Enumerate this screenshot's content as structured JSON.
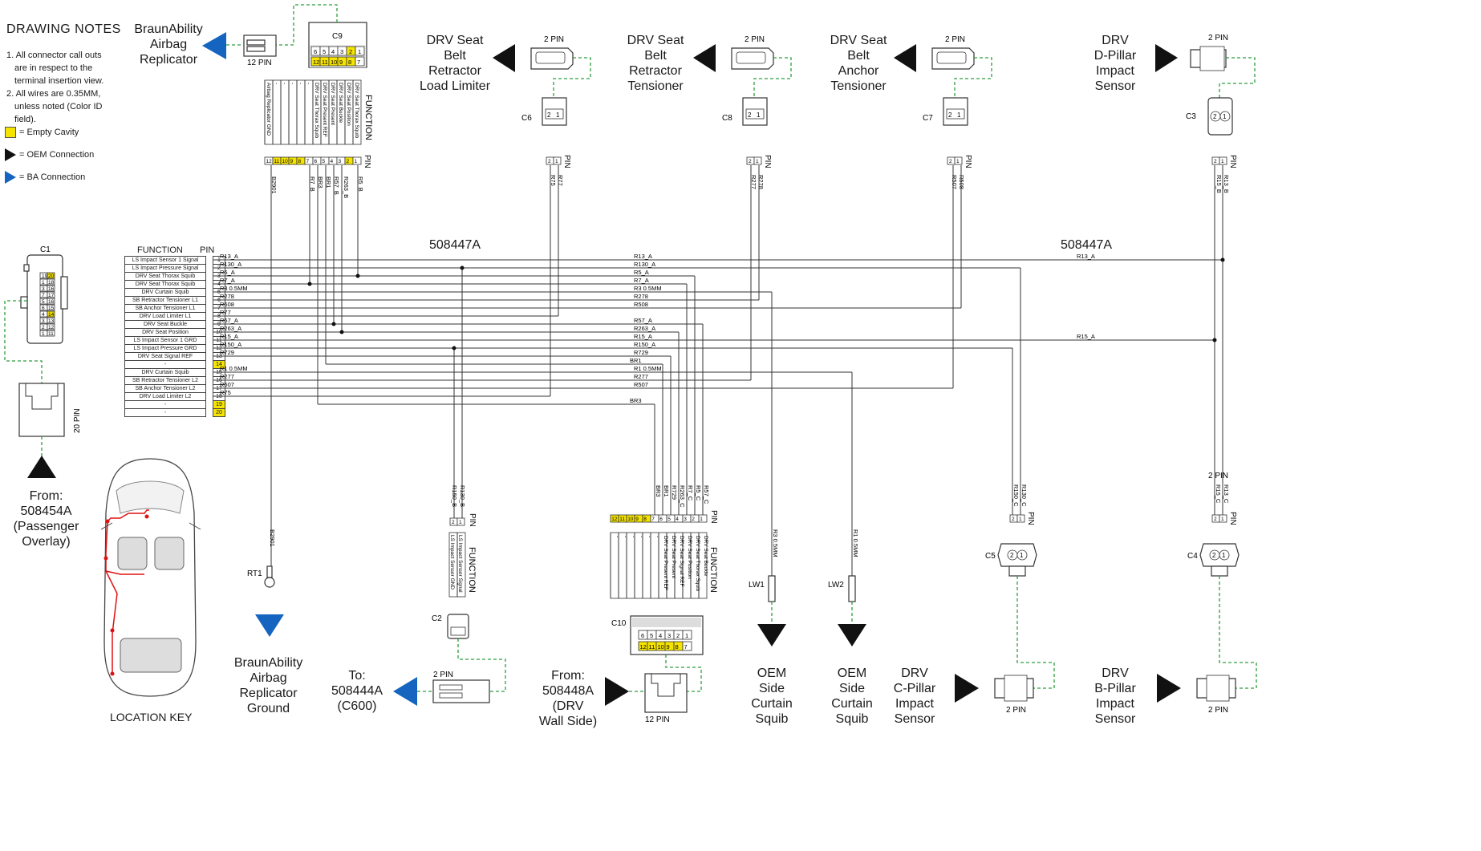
{
  "notes": {
    "title": "DRAWING NOTES",
    "items": [
      "1. All connector call outs",
      "are in respect to the",
      "terminal insertion view.",
      "2. All wires are 0.35MM,",
      "unless noted (Color ID",
      "field)."
    ],
    "legend": {
      "empty": "= Empty Cavity",
      "oem": "= OEM Connection",
      "ba": "= BA Connection"
    }
  },
  "colors": {
    "empty": "#f5e300",
    "ba": "#1565c0",
    "oem": "#111111",
    "wire": "#333333",
    "dashed": "#2e9e3e",
    "route": "#e01010"
  },
  "labels": {
    "braun_replicator": "BraunAbility\nAirbag\nReplicator",
    "braun_ground": "BraunAbility\nAirbag\nReplicator\nGround",
    "retractor_load": "DRV Seat\nBelt\nRetractor\nLoad Limiter",
    "retractor_tens": "DRV Seat\nBelt\nRetractor\nTensioner",
    "anchor_tens": "DRV Seat\nBelt\nAnchor\nTensioner",
    "dpillar": "DRV\nD-Pillar\nImpact\nSensor",
    "from_pass": "From:\n508454A\n(Passenger\nOverlay)",
    "to_600": "To:\n508444A\n(C600)",
    "from_drv": "From:\n508448A\n(DRV\nWall Side)",
    "oem_curtain1": "OEM\nSide\nCurtain\nSquib",
    "oem_curtain2": "OEM\nSide\nCurtain\nSquib",
    "cpillar": "DRV\nC-Pillar\nImpact\nSensor",
    "bpillar": "DRV\nB-Pillar\nImpact\nSensor",
    "location_key": "LOCATION KEY",
    "harness1": "508447A",
    "harness2": "508447A"
  },
  "connectors": {
    "c1": "C1",
    "c2": "C2",
    "c3": "C3",
    "c4": "C4",
    "c5": "C5",
    "c6": "C6",
    "c7": "C7",
    "c8": "C8",
    "c9": "C9",
    "c10": "C10",
    "rt1": "RT1",
    "lw1": "LW1",
    "lw2": "LW2",
    "pin2": "2 PIN",
    "pin12": "12 PIN",
    "pin20": "20 PIN",
    "function": "FUNCTION",
    "pin": "PIN"
  },
  "c1_table": [
    {
      "fn": "LS Impact Sensor 1 Signal",
      "pin": "1",
      "wire": "R13_A"
    },
    {
      "fn": "LS Impact Pressure Signal",
      "pin": "2",
      "wire": "R130_A"
    },
    {
      "fn": "DRV Seat Thorax Squib",
      "pin": "3",
      "wire": "R5_A"
    },
    {
      "fn": "DRV Seat Thorax Squib",
      "pin": "4",
      "wire": "R7_A"
    },
    {
      "fn": "DRV Curtain Squib",
      "pin": "5",
      "wire": "R3 0.5MM"
    },
    {
      "fn": "SB Retractor Tensioner L1",
      "pin": "6",
      "wire": "R278"
    },
    {
      "fn": "SB Anchor Tensioner L1",
      "pin": "7",
      "wire": "R508"
    },
    {
      "fn": "DRV Load Limiter L1",
      "pin": "8",
      "wire": "R77"
    },
    {
      "fn": "DRV Seat Buckle",
      "pin": "9",
      "wire": "R57_A"
    },
    {
      "fn": "DRV Seat Position",
      "pin": "10",
      "wire": "R263_A"
    },
    {
      "fn": "LS Impact Sensor 1 GRD",
      "pin": "11",
      "wire": "R15_A"
    },
    {
      "fn": "LS Impact Pressure GRD",
      "pin": "12",
      "wire": "R150_A"
    },
    {
      "fn": "DRV Seat Signal REF",
      "pin": "13",
      "wire": "R729"
    },
    {
      "fn": "-",
      "pin": "14",
      "wire": ""
    },
    {
      "fn": "DRV Curtain Squib",
      "pin": "15",
      "wire": "R1 0.5MM"
    },
    {
      "fn": "SB Retractor Tensioner L2",
      "pin": "16",
      "wire": "R277"
    },
    {
      "fn": "SB Anchor Tensioner L2",
      "pin": "17",
      "wire": "R507"
    },
    {
      "fn": "DRV Load Limiter L2",
      "pin": "18",
      "wire": "R75"
    },
    {
      "fn": "-",
      "pin": "19",
      "wire": ""
    },
    {
      "fn": "-",
      "pin": "20",
      "wire": ""
    }
  ],
  "mid_wires": [
    "R13_A",
    "R130_A",
    "R5_A",
    "R7_A",
    "R3 0.5MM",
    "R278",
    "R508",
    "R57_A",
    "R263_A",
    "R15_A",
    "R150_A",
    "R729",
    "BR1",
    "R1 0.5MM",
    "R277",
    "R507",
    "BR3"
  ],
  "right_wires": {
    "top": "R13_A",
    "mid": "R15_A"
  },
  "c9_functions": [
    "DRV Seat Thorax Squib",
    "DRV Seat Position",
    "DRV Seat Buckle",
    "DRV Seat Present",
    "DRV Seat Present REF",
    "DRV Seat Thorax Squib",
    "-",
    "-",
    "-",
    "-",
    "-",
    "Airbag Replicator GND"
  ],
  "c9_pins": [
    "12",
    "11",
    "10",
    "9",
    "8",
    "7",
    "6",
    "5",
    "4",
    "3",
    "2",
    "1"
  ],
  "c9_wires": [
    "B2901",
    "R7_B",
    "BR3",
    "BR1",
    "R57_B",
    "R263_B",
    "R5_B"
  ],
  "c10_functions": [
    "DRV Seat Buckle",
    "DRV Seat Thorax Squib",
    "DRV Seat Position",
    "DRV Seat Signal REF",
    "DRV Seat Present",
    "DRV Seat Present REF",
    "-",
    "-",
    "-",
    "-",
    "-",
    "-"
  ],
  "c10_wires": [
    "BR3",
    "BR1",
    "R729",
    "R263_C",
    "R7_C",
    "R5_C",
    "R57_C"
  ],
  "c2_functions": [
    "LS Impact Sensor Signal",
    "LS Impact Sensor GND"
  ],
  "c2_wires": [
    "R150_B",
    "R130_B"
  ],
  "c5_wires": [
    "R150_C",
    "R130_C"
  ],
  "c4_wires": [
    "R15_C",
    "R13_C"
  ],
  "c3_wires": [
    "R15_B",
    "R13_B"
  ],
  "c6_wires": [
    "R75",
    "R77"
  ],
  "c8_wires": [
    "R277",
    "R278"
  ],
  "c7_wires": [
    "R507",
    "R508"
  ],
  "lw_wires": [
    "R3 0.5MM",
    "R1 0.5MM"
  ],
  "rt_wire": "B2901"
}
